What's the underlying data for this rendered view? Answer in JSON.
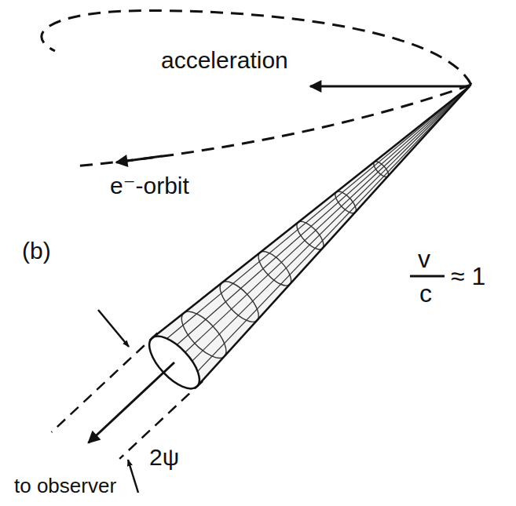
{
  "diagram": {
    "labels": [
      "acceleration",
      "e⁻-orbit",
      "(b)",
      "v",
      "c",
      "≈ 1",
      "2ψ",
      "to observer"
    ]
  }
}
